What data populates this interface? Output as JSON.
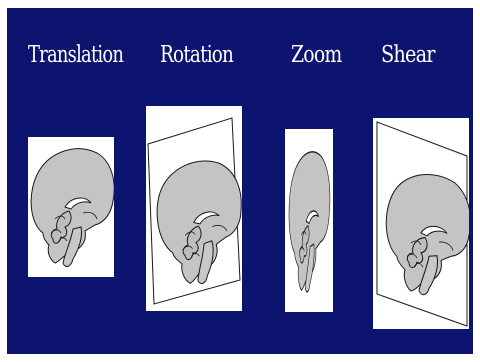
{
  "colors": {
    "background": "#0c1470",
    "panel": "#ffffff",
    "brain_fill": "#c4c4c4",
    "outline": "#1a1a1a"
  },
  "labels": {
    "translation": "Translation",
    "rotation": "Rotation",
    "zoom": "Zoom",
    "shear": "Shear"
  }
}
